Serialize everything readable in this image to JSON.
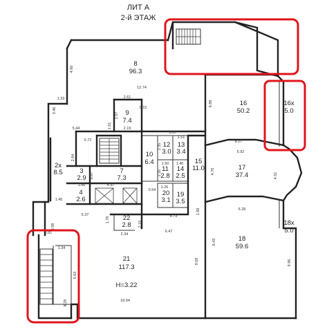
{
  "header": {
    "line1": "ЛИТ А",
    "line2": "2-й  ЭТАЖ"
  },
  "height_note": "H=3.22",
  "colors": {
    "highlight": "#e0141c",
    "walls": "#222222"
  },
  "rooms": [
    {
      "num": "8",
      "area": "96.3"
    },
    {
      "num": "9",
      "area": "7.4"
    },
    {
      "num": "10",
      "area": "6.4"
    },
    {
      "num": "12",
      "area": "3.0"
    },
    {
      "num": "13",
      "area": "3.4"
    },
    {
      "num": "11",
      "area": "2.8"
    },
    {
      "num": "14",
      "area": "2.5"
    },
    {
      "num": "20",
      "area": "3.1"
    },
    {
      "num": "19",
      "area": "3.5"
    },
    {
      "num": "15",
      "area": "11.0"
    },
    {
      "num": "16",
      "area": "50.2"
    },
    {
      "num": "16х",
      "area": "5.0"
    },
    {
      "num": "17",
      "area": "37.4"
    },
    {
      "num": "18",
      "area": "59.6"
    },
    {
      "num": "18х",
      "area": "5.0"
    },
    {
      "num": "21",
      "area": "117.3"
    },
    {
      "num": "22",
      "area": "2.8"
    },
    {
      "num": "3",
      "area": "2.9"
    },
    {
      "num": "7",
      "area": "7.3"
    },
    {
      "num": "4",
      "area": "2.6"
    },
    {
      "num": "2х",
      "area": "8.5"
    }
  ],
  "dimensions": [
    "4.60",
    "12.74",
    "1.33",
    "3.46",
    "5.44",
    "2.61",
    "2.97",
    "0.15",
    "1.51",
    "2.19",
    "3.17",
    "5.72",
    "6.88",
    "8.27",
    "5.92",
    "4.76",
    "4.51",
    "2.35",
    "1.51",
    "1.50",
    "1.40",
    "2.35",
    "1.26",
    "0.54",
    "2.64",
    "6.67",
    "4.37",
    "1.66",
    "1.45",
    "5.37",
    "6.28",
    "4.73",
    "1.68",
    "1.78",
    "2.15",
    "6.47",
    "2.34",
    "9.09",
    "6.43",
    "9.96",
    "1.34",
    "5.63",
    "8.29",
    "18.94",
    "0.58",
    "0.81"
  ]
}
